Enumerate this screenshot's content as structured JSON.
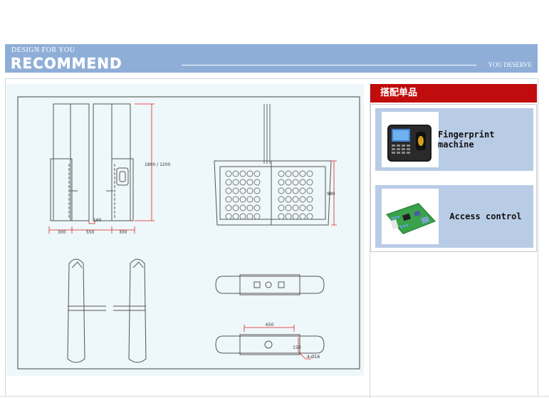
{
  "banner": {
    "subtitle": "DESIGN FOR YOU",
    "title": "RECOMMEND",
    "tagline": "YOU DESERVE"
  },
  "drawing": {
    "dimensions": {
      "height": "1800 / 1200",
      "width_left": "300",
      "width_mid": "550",
      "width_right": "300",
      "small": "160",
      "depth": "980",
      "span": "650",
      "hole_size": "150",
      "hole_spec": "4-Ø16"
    }
  },
  "sidebar": {
    "title": "搭配单品",
    "items": [
      {
        "label": "Fingerprint machine",
        "icon": "fingerprint-terminal-icon"
      },
      {
        "label": "Access control",
        "icon": "circuit-board-icon"
      }
    ]
  }
}
